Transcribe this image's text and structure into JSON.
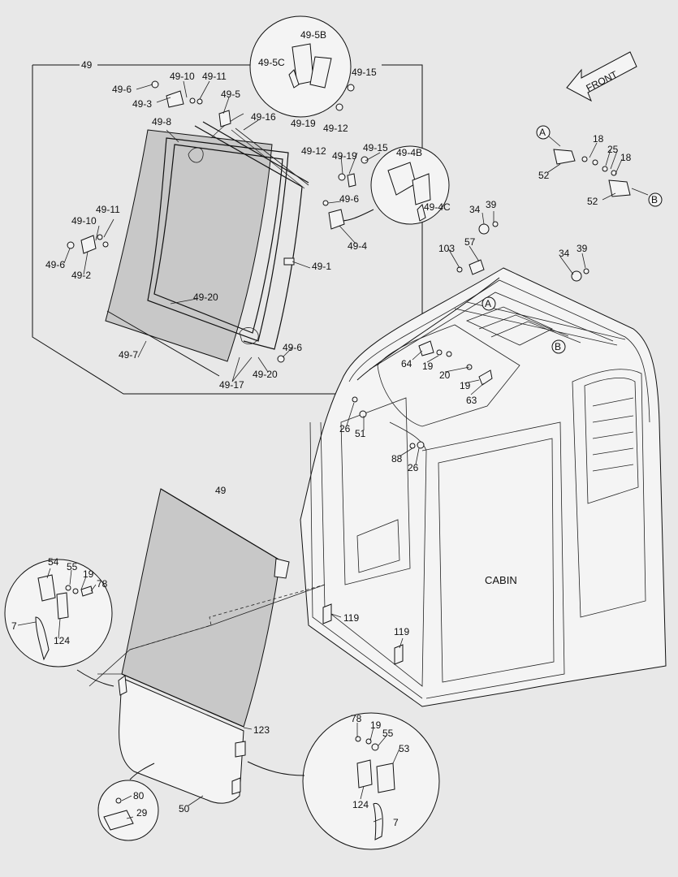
{
  "diagram": {
    "front_label": "FRONT",
    "cabin_label": "CABIN",
    "circle_labels": [
      "A",
      "B"
    ],
    "parts": [
      "49",
      "49-6",
      "49-3",
      "49-10",
      "49-11",
      "49-5",
      "49-16",
      "49-8",
      "49-12",
      "49-19",
      "49-15",
      "49-6",
      "49-4",
      "49-4B",
      "49-4C",
      "49-5B",
      "49-5C",
      "49-15",
      "49-19",
      "49-12",
      "49-11",
      "49-10",
      "49-6",
      "49-2",
      "49-1",
      "49-20",
      "49-7",
      "49-17",
      "49-20",
      "49-6",
      "18",
      "25",
      "18",
      "52",
      "52",
      "34",
      "39",
      "103",
      "57",
      "34",
      "39",
      "64",
      "19",
      "20",
      "19",
      "63",
      "26",
      "51",
      "88",
      "26",
      "49",
      "54",
      "55",
      "19",
      "78",
      "7",
      "124",
      "119",
      "119",
      "123",
      "50",
      "80",
      "29",
      "78",
      "19",
      "55",
      "53",
      "124",
      "7"
    ]
  }
}
